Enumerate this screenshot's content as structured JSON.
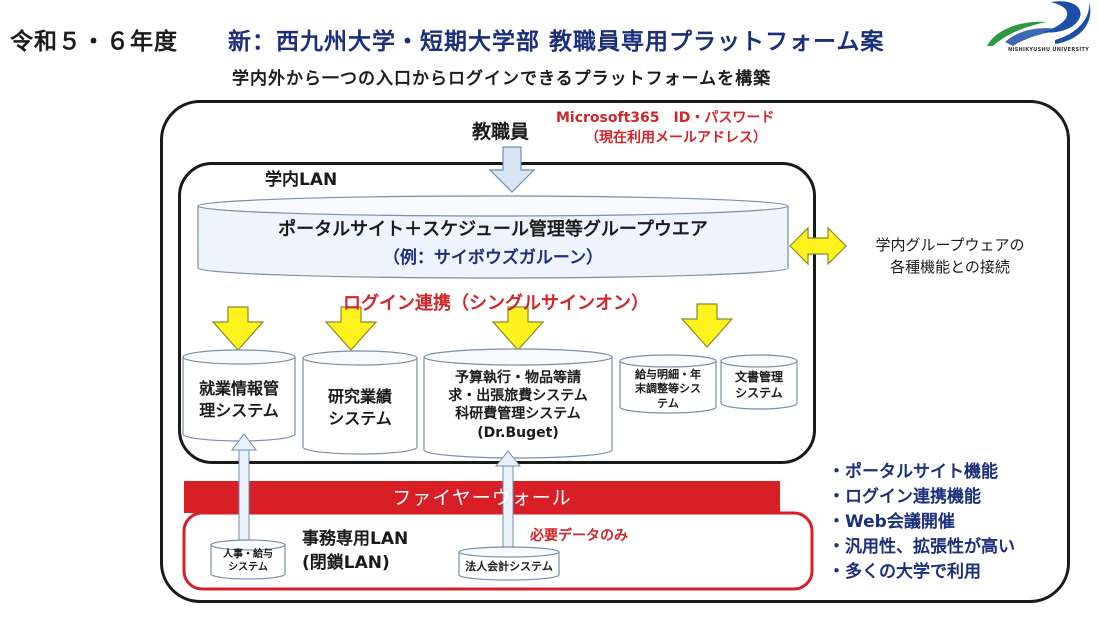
{
  "header": {
    "era": "令和５・６年度",
    "title": "新：西九州大学・短期大学部 教職員専用プラットフォーム案",
    "subtitle": "学内外から一つの入口からログインできるプラットフォームを構築",
    "logo_text": "NISHIKYUSHU UNIVERSITY"
  },
  "staff": {
    "label": "教職員",
    "credential": "Microsoft365　ID・パスワード",
    "credential_note": "（現在利用メールアドレス）"
  },
  "campus_lan": {
    "label": "学内LAN",
    "portal": "ポータルサイト＋スケジュール管理等グループウエア",
    "portal_example": "（例：サイボウズガルーン）",
    "sso": "ログイン連携（シングルサインオン）",
    "systems": [
      {
        "lines": [
          "就業情報管",
          "理システム"
        ]
      },
      {
        "lines": [
          "研究業績",
          "システム"
        ]
      },
      {
        "lines": [
          "予算執行・物品等請",
          "求・出張旅費システム",
          "科研費管理システム",
          "(Dr.Buget)"
        ]
      },
      {
        "lines": [
          "給与明細・年",
          "末調整等シス",
          "テム"
        ]
      },
      {
        "lines": [
          "文書管理",
          "システム"
        ]
      }
    ]
  },
  "groupware_connection": {
    "line1": "学内グループウェアの",
    "line2": "各種機能との接続"
  },
  "firewall": {
    "label": "ファイヤーウォール"
  },
  "office_lan": {
    "line1": "事務専用LAN",
    "line2": "(閉鎖LAN)",
    "needed_data": "必要データのみ",
    "systems": [
      {
        "lines": [
          "人事・給与",
          "システム"
        ]
      },
      {
        "lines": [
          "法人会計システム"
        ]
      }
    ]
  },
  "features": [
    "・ポータルサイト機能",
    "・ログイン連携機能",
    "・Web会議開催",
    "・汎用性、拡張性が高い",
    "・多くの大学で利用"
  ],
  "colors": {
    "navy": "#1b2f7a",
    "red": "#d0262a",
    "firewall": "#d91f26",
    "arrow_yellow": "#fff21d",
    "cylinder": "#eef4fb",
    "logo_blue": "#1e4fa8",
    "logo_green": "#2e9a3e"
  }
}
